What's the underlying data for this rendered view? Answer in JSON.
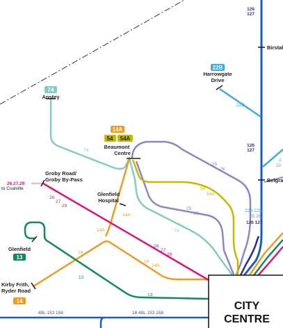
{
  "colors": {
    "blue": "#1a5cb8",
    "navy": "#2a2f8f",
    "teal": "#7fcfc0",
    "orange": "#f39a21",
    "magenta": "#e0117d",
    "green": "#0f8a5c",
    "lavender": "#8a86c8",
    "olive": "#c9b800",
    "ltblue": "#3fa9e0",
    "gray": "#333333"
  },
  "places": {
    "birstall": "Birstall",
    "harrowgate_1": "Harrowgate",
    "harrowgate_2": "Drive",
    "anstey": "Anstey",
    "beaumont_1": "Beaumont",
    "beaumont_2": "Centre",
    "groby_1": "Groby Road/",
    "groby_2": "Groby By-Pass",
    "glenfield_hospital_1": "Glenfield",
    "glenfield_hospital_2": "Hospital",
    "glenfield": "Glenfield",
    "kirby_1": "Kirby Frith,",
    "kirby_2": "Ryder Road",
    "belgrave": "Belgra",
    "city_1": "CITY",
    "city_2": "CENTRE",
    "coalville_routes": "26.27.29",
    "coalville": "to Coalville"
  },
  "badges": {
    "b22b": "22B",
    "b74": "74",
    "b14a": "14A",
    "b54": "54",
    "b54a": "54A",
    "b13": "13",
    "b14": "14"
  },
  "route_labels": {
    "r126": "126",
    "r127": "127",
    "r126b": "126",
    "r127b": "127",
    "r22b": "22B",
    "r74a": "74",
    "r74b": "74",
    "r25a": "25",
    "r26a": "26",
    "r25b": "25",
    "r26b": "26",
    "r54": "54",
    "r54a": "54A",
    "r14a_a": "14A",
    "r14a_b": "14A",
    "r14a_c": "14A",
    "r14_a": "14",
    "r14_b": "14",
    "r13_a": "13",
    "r13_b": "13",
    "r26m": "26",
    "r27m": "27",
    "r29m": "29",
    "r26n": "26",
    "r27n": "27",
    "r29n": "29",
    "r22a22b": "22A 22B",
    "r2526": "25 26",
    "r126127": "126 127",
    "r2_edge": "2",
    "r22_edge": "22",
    "bottom_left": "48L  153  158",
    "bottom_mid": "18  48L  153  158"
  }
}
